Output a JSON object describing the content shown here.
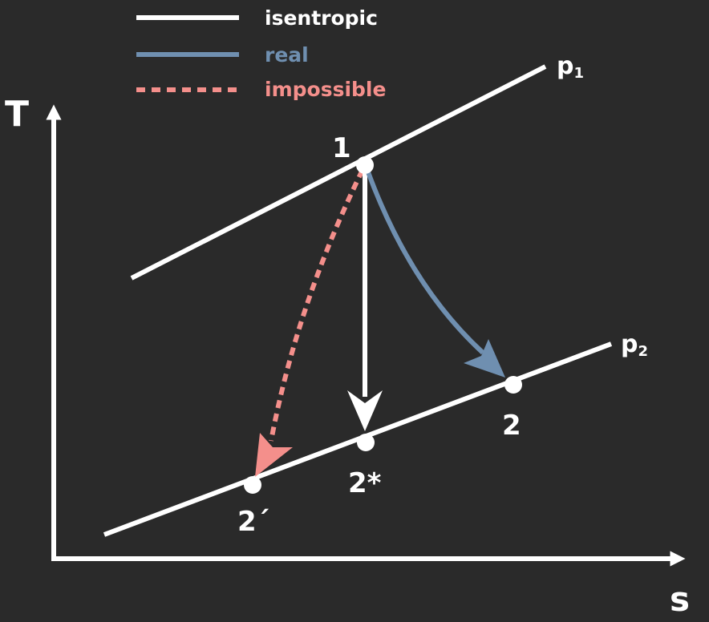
{
  "colors": {
    "background": "#2a2a2a",
    "isentropic": "#ffffff",
    "real": "#6f8fb0",
    "impossible": "#f48f8b"
  },
  "legend": {
    "isentropic": "isentropic",
    "real": "real",
    "impossible": "impossible"
  },
  "axes": {
    "y_label": "T",
    "x_label": "s"
  },
  "isobars": {
    "p1_base": "p",
    "p1_sub": "1",
    "p2_base": "p",
    "p2_sub": "2"
  },
  "states": {
    "point_1": "1",
    "point_2": "2",
    "point_2_star": "2*",
    "point_2_prime": "2´"
  }
}
